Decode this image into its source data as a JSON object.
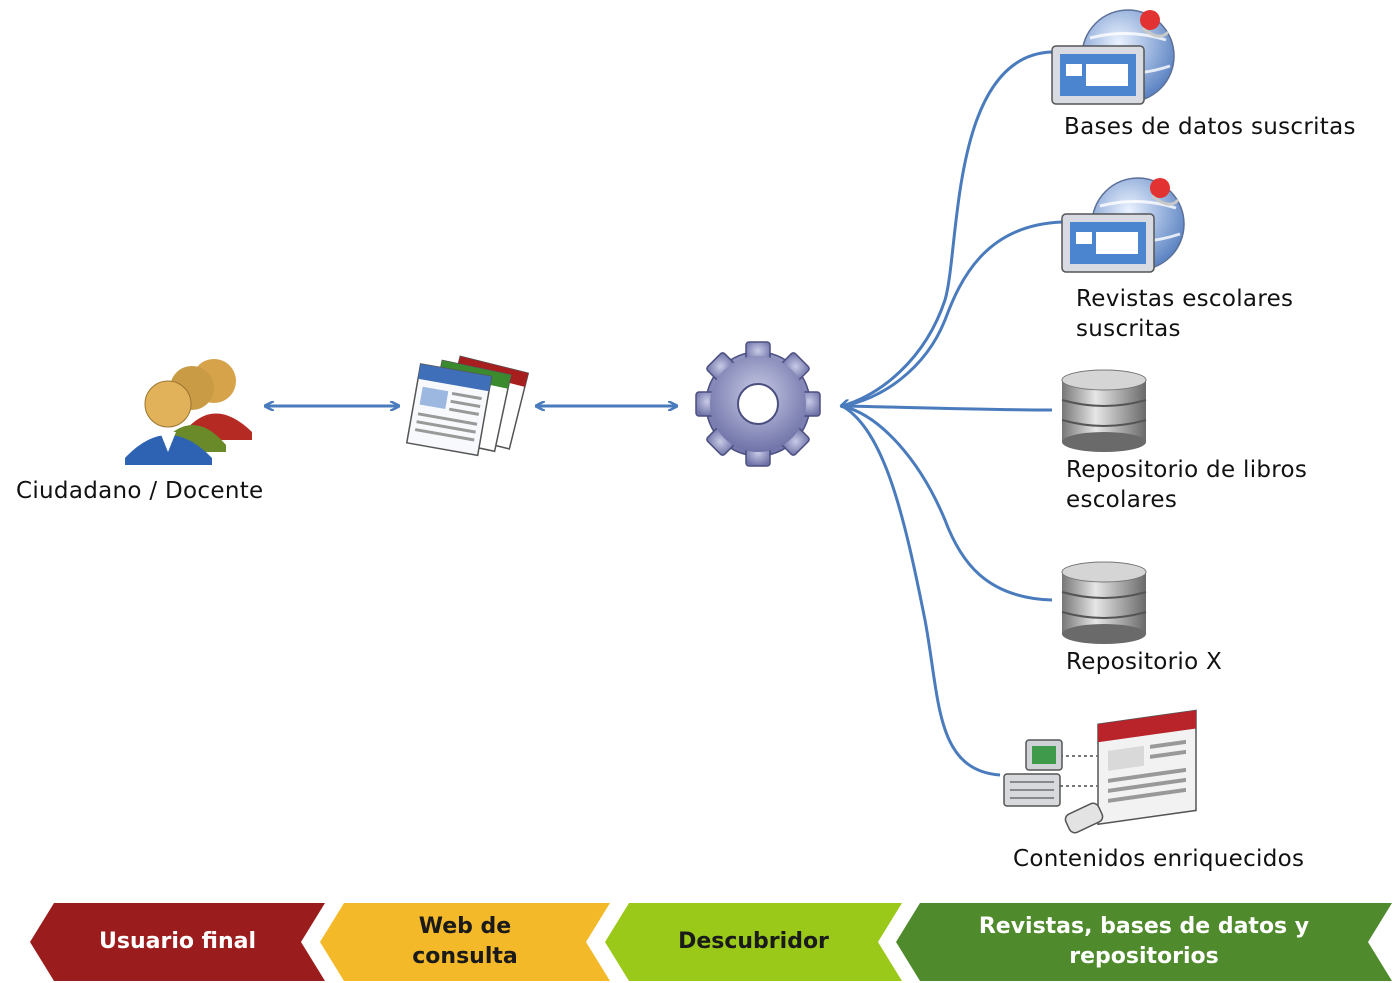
{
  "nodes": {
    "user": {
      "label": "Ciudadano / Docente",
      "icon": "users-group-icon"
    },
    "web": {
      "label": "",
      "icon": "web-pages-icon"
    },
    "discoverer": {
      "label": "",
      "icon": "gear-icon"
    },
    "db_subscribed": {
      "label": "Bases de datos suscritas",
      "icon": "web-application-globe-icon"
    },
    "journals": {
      "line1": "Revistas escolares",
      "line2": "suscritas",
      "icon": "web-application-globe-icon"
    },
    "books_repo": {
      "line1": "Repositorio de libros",
      "line2": "escolares",
      "icon": "database-icon"
    },
    "repo_x": {
      "label": "Repositorio X",
      "icon": "database-icon"
    },
    "enriched": {
      "label": "Contenidos enriquecidos",
      "icon": "network-computer-icon"
    }
  },
  "stages": [
    {
      "line1": "Usuario final",
      "line2": "",
      "color": "#9b1c1c",
      "text_color": "#ffffff"
    },
    {
      "line1": "Web de",
      "line2": "consulta",
      "color": "#f4b928",
      "text_color": "#1a1a1a"
    },
    {
      "line1": "Descubridor",
      "line2": "",
      "color": "#9bc91a",
      "text_color": "#1a1a1a"
    },
    {
      "line1": "Revistas, bases de datos y",
      "line2": "repositorios",
      "color": "#4f8a2c",
      "text_color": "#ffffff"
    }
  ],
  "colors": {
    "connector": "#4a7bbd"
  }
}
